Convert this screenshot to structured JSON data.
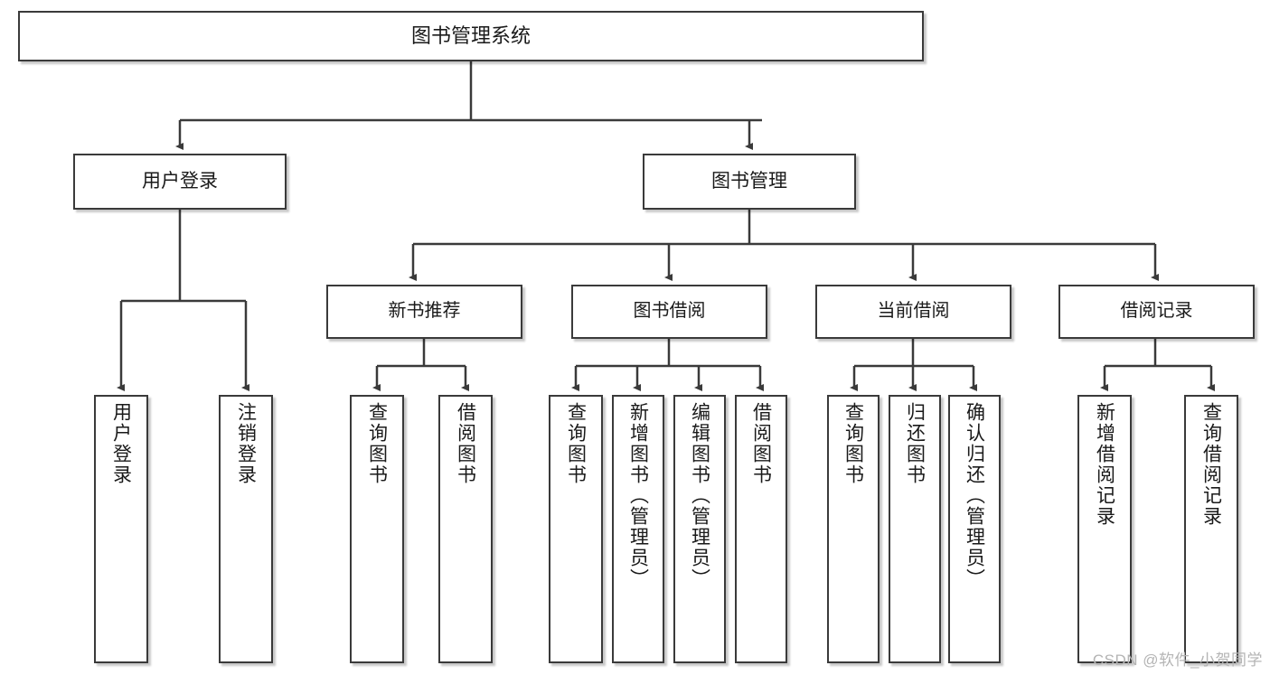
{
  "diagram": {
    "title": "图书管理系统",
    "type": "tree-hierarchy",
    "watermark": "CSDN @软件_小贺同学",
    "colors": {
      "box_border": "#3a3a3a",
      "box_fill": "#ffffff",
      "connector": "#3a3a3a",
      "text": "#1a1a1a",
      "watermark": "#b4b4b4"
    },
    "nodes": {
      "root": {
        "label": "图书管理系统"
      },
      "level1": [
        {
          "label": "用户登录"
        },
        {
          "label": "图书管理"
        }
      ],
      "level2": [
        {
          "label": "新书推荐"
        },
        {
          "label": "图书借阅"
        },
        {
          "label": "当前借阅"
        },
        {
          "label": "借阅记录"
        }
      ],
      "leaves": {
        "user_login": [
          {
            "label": "用户登录"
          },
          {
            "label": "注销登录"
          }
        ],
        "new_book_recommend": [
          {
            "label": "查询图书"
          },
          {
            "label": "借阅图书"
          }
        ],
        "book_borrow": [
          {
            "label": "查询图书"
          },
          {
            "label": "新增图书（管理员）"
          },
          {
            "label": "编辑图书（管理员）"
          },
          {
            "label": "借阅图书"
          }
        ],
        "current_borrow": [
          {
            "label": "查询图书"
          },
          {
            "label": "归还图书"
          },
          {
            "label": "确认归还（管理员）"
          }
        ],
        "borrow_record": [
          {
            "label": "新增借阅记录"
          },
          {
            "label": "查询借阅记录"
          }
        ]
      }
    }
  }
}
